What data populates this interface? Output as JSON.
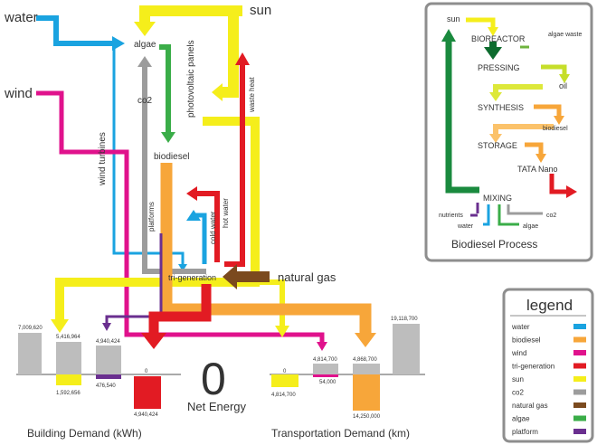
{
  "labels": {
    "water": "water",
    "wind": "wind",
    "sun": "sun",
    "algae": "algae",
    "co2": "co2",
    "biodiesel": "biodiesel",
    "photovoltaic": "photovoltaic panels",
    "wind_turbines": "wind turbines",
    "waste_heat": "waste heat",
    "hot_water": "hot water",
    "cold_water": "cold water",
    "platforms": "platforms",
    "trigeneration": "tri-generation",
    "natural_gas": "natural gas"
  },
  "process": {
    "title": "Biodiesel Process",
    "sun": "sun",
    "bioreactor": "BIOREACTOR",
    "algae_waste": "algae waste",
    "pressing": "PRESSING",
    "oil": "oil",
    "synthesis": "SYNTHESIS",
    "biodiesel": "biodiesel",
    "storage": "STORAGE",
    "tata": "TATA Nano",
    "mixing": "MIXING",
    "nutrients": "nutrients",
    "co2": "co2",
    "water": "water",
    "algae": "algae"
  },
  "legend": {
    "title": "legend",
    "items": [
      {
        "label": "water",
        "color": "#1aa3e0"
      },
      {
        "label": "biodiesel",
        "color": "#f7a63a"
      },
      {
        "label": "wind",
        "color": "#e0128c"
      },
      {
        "label": "tri-generation",
        "color": "#e21b23"
      },
      {
        "label": "sun",
        "color": "#f5ee1b"
      },
      {
        "label": "co2",
        "color": "#9c9c9c"
      },
      {
        "label": "natural gas",
        "color": "#7b4a1e"
      },
      {
        "label": "algae",
        "color": "#3aad48"
      },
      {
        "label": "platform",
        "color": "#6a2f8f"
      }
    ]
  },
  "center": {
    "value": "0",
    "label": "Net Energy"
  },
  "building": {
    "title": "Building Demand (kWh)",
    "bars": [
      {
        "name": "building-demand-bar",
        "value": "7,009,620"
      },
      {
        "name": "building-solar-bar",
        "top": "5,416,964",
        "bottom": "1,592,656"
      },
      {
        "name": "building-wind-bar",
        "top": "4,940,424",
        "bottom": "476,540"
      },
      {
        "name": "building-trigen-bar",
        "top": "0",
        "bottom": "4,940,424"
      }
    ]
  },
  "transport": {
    "title": "Transportation Demand (km)",
    "bars": [
      {
        "name": "transport-solar-bar",
        "top": "0",
        "bottom": "4,814,700"
      },
      {
        "name": "transport-wind-bar",
        "top": "4,814,700",
        "bottom": "54,000"
      },
      {
        "name": "transport-biodiesel-bar",
        "top": "4,868,700",
        "bottom": "14,250,000"
      },
      {
        "name": "transport-demand-bar",
        "value": "19,118,700"
      }
    ]
  }
}
